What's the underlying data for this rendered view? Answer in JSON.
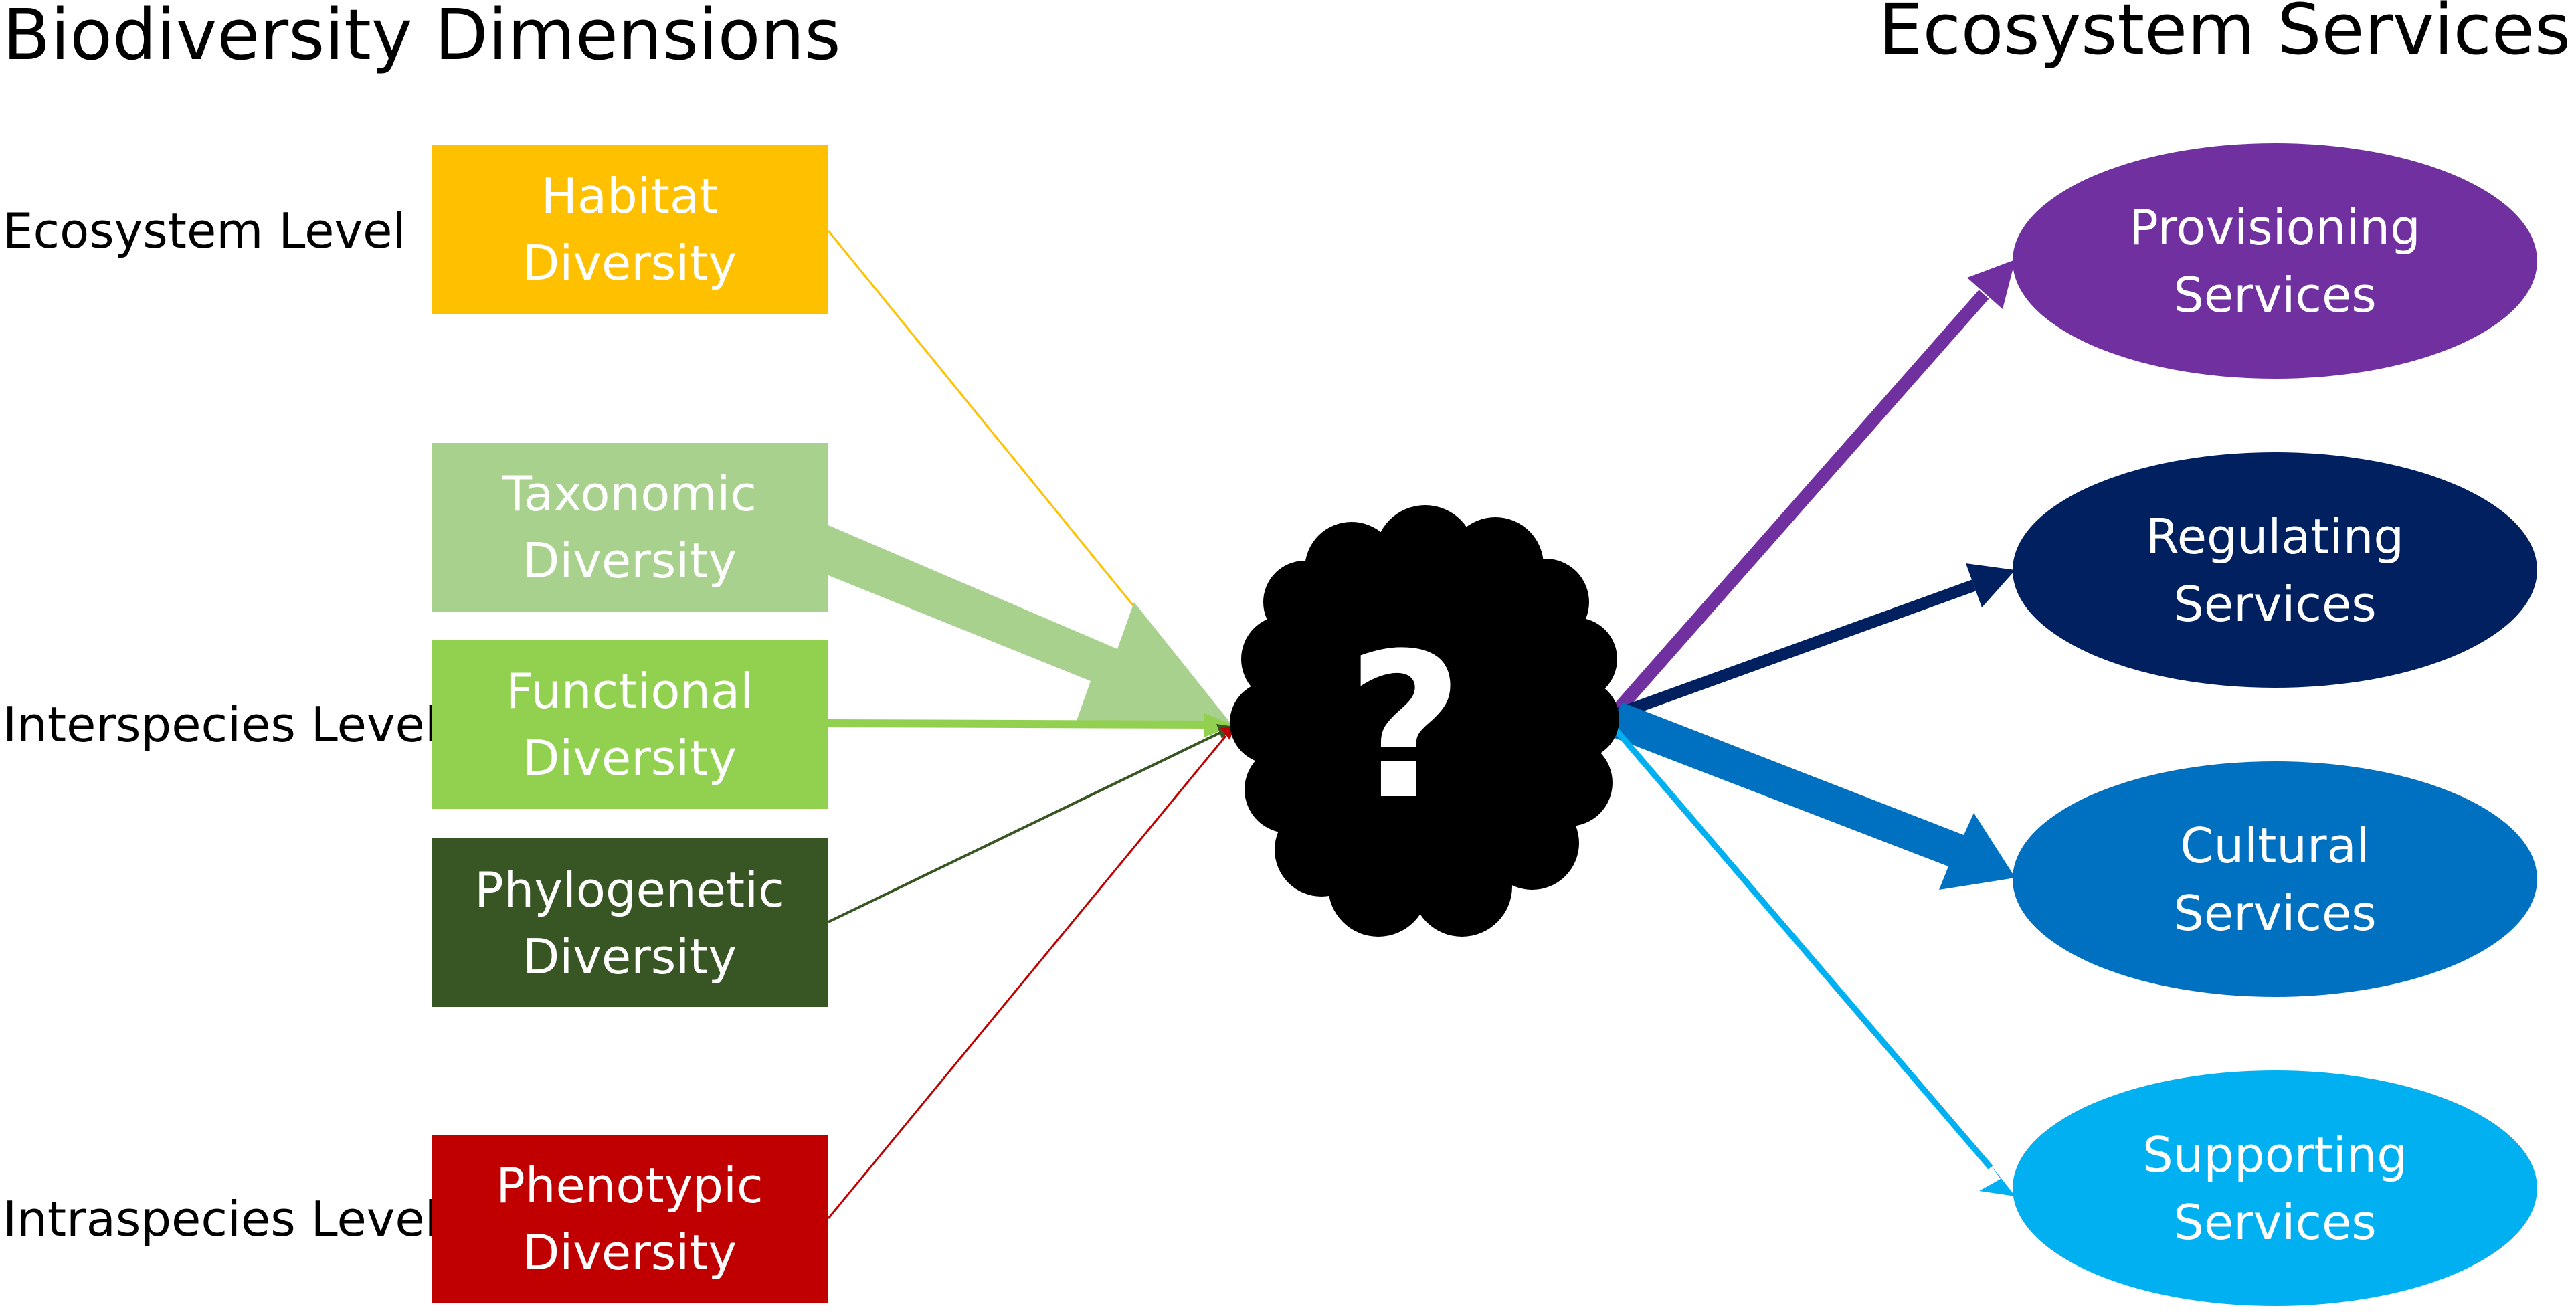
{
  "headings": {
    "left": "Biodiversity Dimensions",
    "right": "Ecosystem Services"
  },
  "levels": {
    "ecosystem": "Ecosystem Level",
    "interspecies": "Interspecies Level",
    "intraspecies": "Intraspecies Level"
  },
  "dimensions": {
    "habitat": {
      "line1": "Habitat",
      "line2": "Diversity",
      "color": "#FFC000"
    },
    "taxonomic": {
      "line1": "Taxonomic",
      "line2": "Diversity",
      "color": "#A9D18E"
    },
    "functional": {
      "line1": "Functional",
      "line2": "Diversity",
      "color": "#92D050"
    },
    "phylogenetic": {
      "line1": "Phylogenetic",
      "line2": "Diversity",
      "color": "#375623"
    },
    "phenotypic": {
      "line1": "Phenotypic",
      "line2": "Diversity",
      "color": "#C00000"
    }
  },
  "center": {
    "symbol": "?",
    "color": "#000000"
  },
  "services": {
    "provisioning": {
      "line1": "Provisioning",
      "line2": "Services",
      "color": "#7030A0"
    },
    "regulating": {
      "line1": "Regulating",
      "line2": "Services",
      "color": "#002060"
    },
    "cultural": {
      "line1": "Cultural",
      "line2": "Services",
      "color": "#0070C0"
    },
    "supporting": {
      "line1": "Supporting",
      "line2": "Services",
      "color": "#00B0F0"
    }
  }
}
